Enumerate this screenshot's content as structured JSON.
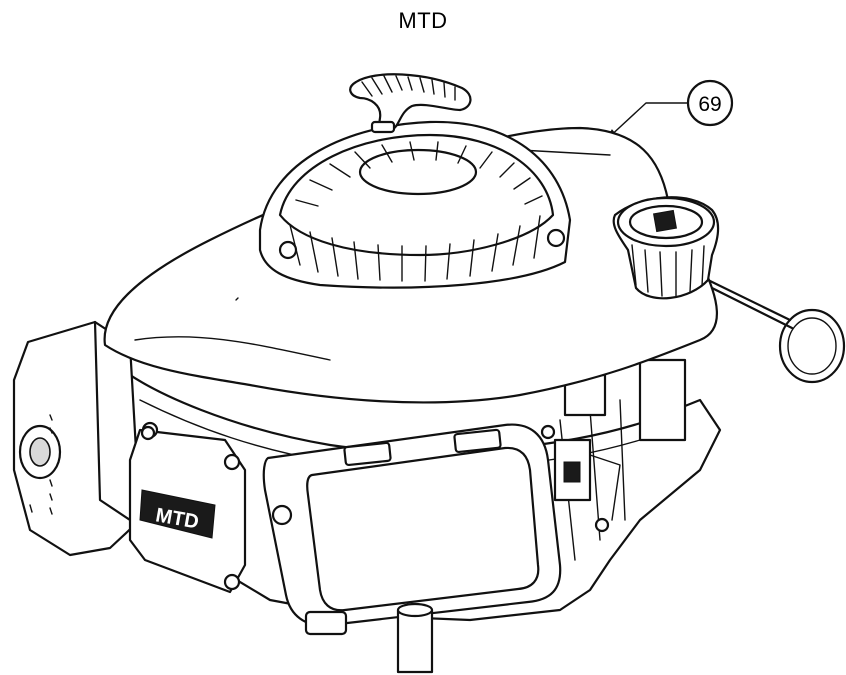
{
  "diagram": {
    "title": "MTD",
    "callouts": [
      {
        "label": "69"
      }
    ],
    "brand_plate_text": "MTD"
  }
}
